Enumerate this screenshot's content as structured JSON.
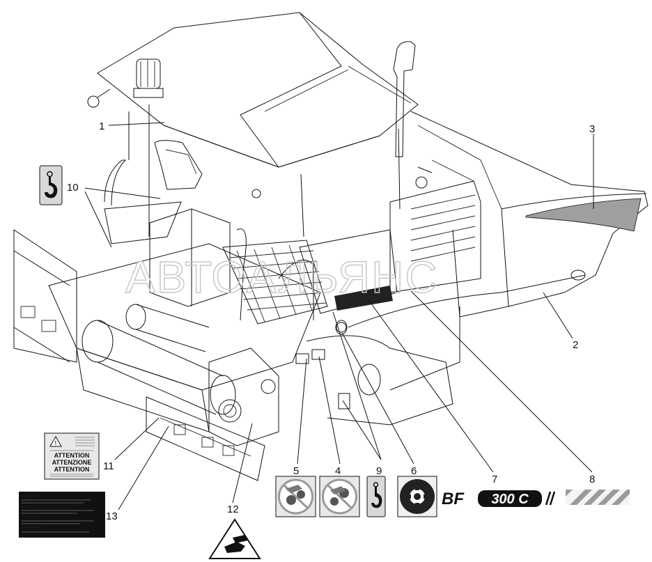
{
  "callouts": [
    {
      "id": "1",
      "label": "1"
    },
    {
      "id": "2",
      "label": "2"
    },
    {
      "id": "3",
      "label": "3"
    },
    {
      "id": "4",
      "label": "4"
    },
    {
      "id": "5",
      "label": "5"
    },
    {
      "id": "6",
      "label": "6"
    },
    {
      "id": "7",
      "label": "7"
    },
    {
      "id": "8",
      "label": "8"
    },
    {
      "id": "9",
      "label": "9"
    },
    {
      "id": "10",
      "label": "10"
    },
    {
      "id": "11",
      "label": "11"
    },
    {
      "id": "12",
      "label": "12"
    },
    {
      "id": "13",
      "label": "13"
    }
  ],
  "stickers": {
    "attention": {
      "line1": "ATTENTION",
      "line2": "ATTENZIONE",
      "line3": "ATTENTION"
    },
    "model_badge": {
      "prefix": "BF",
      "model": "300 C"
    },
    "important": {
      "line1": "IMPORTANT",
      "line2": "WICHTIG",
      "line3": "ATTENZIONE",
      "line4": "IMPORTANTE"
    }
  },
  "watermark": "АВТОАЛЬЯНС",
  "colors": {
    "line": "#111111",
    "sticker_gray": "#d8d8d8",
    "label_dark": "#111111",
    "hazard_stripe": "#9a9a9a"
  }
}
